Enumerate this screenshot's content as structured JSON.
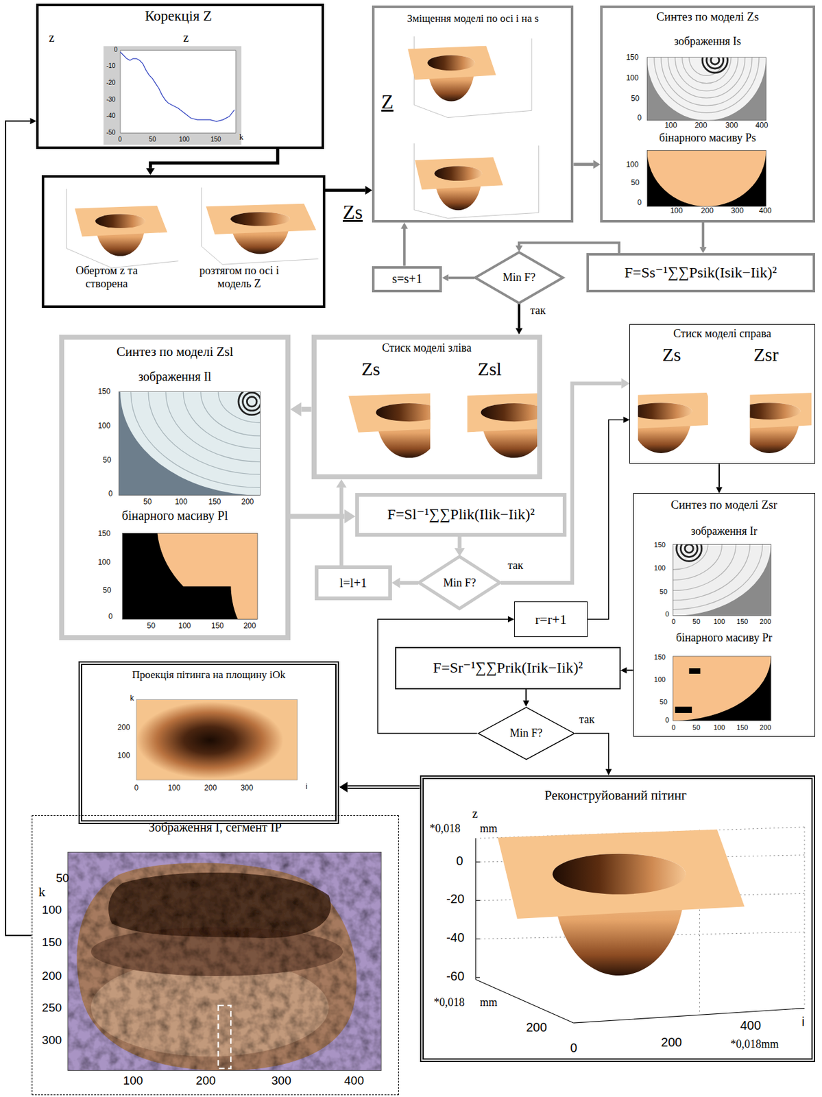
{
  "diagram": {
    "nodes": [
      {
        "text": [
          "Корекція Z"
        ]
      },
      {
        "text": [
          "Обертом z та створена",
          "розтягом по осі і модель Z"
        ]
      },
      {
        "text": [
          "Зміщення моделі по осі і на s"
        ]
      },
      {
        "text": [
          "Синтез по моделі Zs",
          "зображення Is",
          "бінарного масиву Ps"
        ]
      },
      {
        "text": [
          "F=Ss⁻¹∑∑Psik(Isik−Iik)²"
        ]
      },
      {
        "text": [
          "Min F?"
        ]
      },
      {
        "text": [
          "s=s+1"
        ]
      },
      {
        "text": [
          "Синтез по моделі Zsl",
          "зображення Il",
          "бінарного масиву Pl"
        ]
      },
      {
        "text": [
          "Стиск моделі зліва",
          "Zs",
          "Zsl"
        ]
      },
      {
        "text": [
          "F=Sl⁻¹∑∑Plik(Ilik−Iik)²"
        ]
      },
      {
        "text": [
          "Min F?"
        ]
      },
      {
        "text": [
          "l=l+1"
        ]
      },
      {
        "text": [
          "Стиск моделі справа",
          "Zs",
          "Zsr"
        ]
      },
      {
        "text": [
          "Синтез по моделі Zsr",
          "зображення Ir",
          "бінарного масиву Pr"
        ]
      },
      {
        "text": [
          "r=r+1"
        ]
      },
      {
        "text": [
          "F=Sr⁻¹∑∑Prik(Irik−Iik)²"
        ]
      },
      {
        "text": [
          "Min F?"
        ]
      },
      {
        "text": [
          "Проекція пітинга на площину iOk"
        ]
      },
      {
        "text": [
          "Реконструйований пітинг"
        ]
      },
      {
        "text": [
          "Зображення I, сегмент IP"
        ]
      }
    ],
    "edges": [
      {
        "from": 0,
        "to": 1,
        "arrow": "to"
      },
      {
        "from": 1,
        "to": 2,
        "arrow": "to"
      },
      {
        "from": 2,
        "to": 3,
        "arrow": "to"
      },
      {
        "from": 3,
        "to": 4,
        "arrow": "to"
      },
      {
        "from": 4,
        "to": 5,
        "arrow": "to"
      },
      {
        "from": 5,
        "to": 6,
        "arrow": "to"
      },
      {
        "from": 6,
        "to": 2,
        "arrow": "to"
      },
      {
        "from": 5,
        "to": 8,
        "arrow": "to",
        "label": "так"
      },
      {
        "from": 8,
        "to": 7,
        "arrow": "to"
      },
      {
        "from": 7,
        "to": 9,
        "arrow": "to"
      },
      {
        "from": 9,
        "to": 10,
        "arrow": "to"
      },
      {
        "from": 10,
        "to": 11,
        "arrow": "to"
      },
      {
        "from": 11,
        "to": 8,
        "arrow": "to"
      },
      {
        "from": 10,
        "to": 12,
        "arrow": "to",
        "label": "так"
      },
      {
        "from": 12,
        "to": 13,
        "arrow": "to"
      },
      {
        "from": 13,
        "to": 15,
        "arrow": "to"
      },
      {
        "from": 15,
        "to": 16,
        "arrow": "to"
      },
      {
        "from": 16,
        "to": 14,
        "arrow": "to"
      },
      {
        "from": 14,
        "to": 12,
        "arrow": "to"
      },
      {
        "from": 16,
        "to": 18,
        "arrow": "to",
        "label": "так"
      },
      {
        "from": 18,
        "to": 17,
        "arrow": "to"
      },
      {
        "from": 19,
        "to": 0,
        "arrow": "to"
      }
    ],
    "labels": [
      "z",
      "z",
      "0",
      "-10",
      "-20",
      "-30",
      "-40",
      "-50",
      "0",
      "50",
      "100",
      "150",
      "k",
      "Z",
      "Zs",
      "150",
      "100",
      "50",
      "0",
      "100",
      "200",
      "300",
      "400",
      "100",
      "50",
      "0",
      "100",
      "200",
      "300",
      "400",
      "150",
      "100",
      "50",
      "0",
      "50",
      "100",
      "150",
      "200",
      "150",
      "100",
      "50",
      "0",
      "50",
      "100",
      "150",
      "200",
      "150",
      "100",
      "50",
      "0",
      "0",
      "50",
      "100",
      "150",
      "200",
      "150",
      "100",
      "50",
      "0",
      "0",
      "50",
      "100",
      "150",
      "200",
      "k",
      "200",
      "100",
      "0",
      "100",
      "200",
      "300",
      "i",
      "z",
      "*0,018",
      "mm",
      "0",
      "-20",
      "-40",
      "-60",
      "*0,018",
      "mm",
      "200",
      "0",
      "200",
      "400",
      "i",
      "*0,018mm",
      "k",
      "50",
      "100",
      "150",
      "200",
      "250",
      "300",
      "100",
      "200",
      "300",
      "400"
    ]
  }
}
